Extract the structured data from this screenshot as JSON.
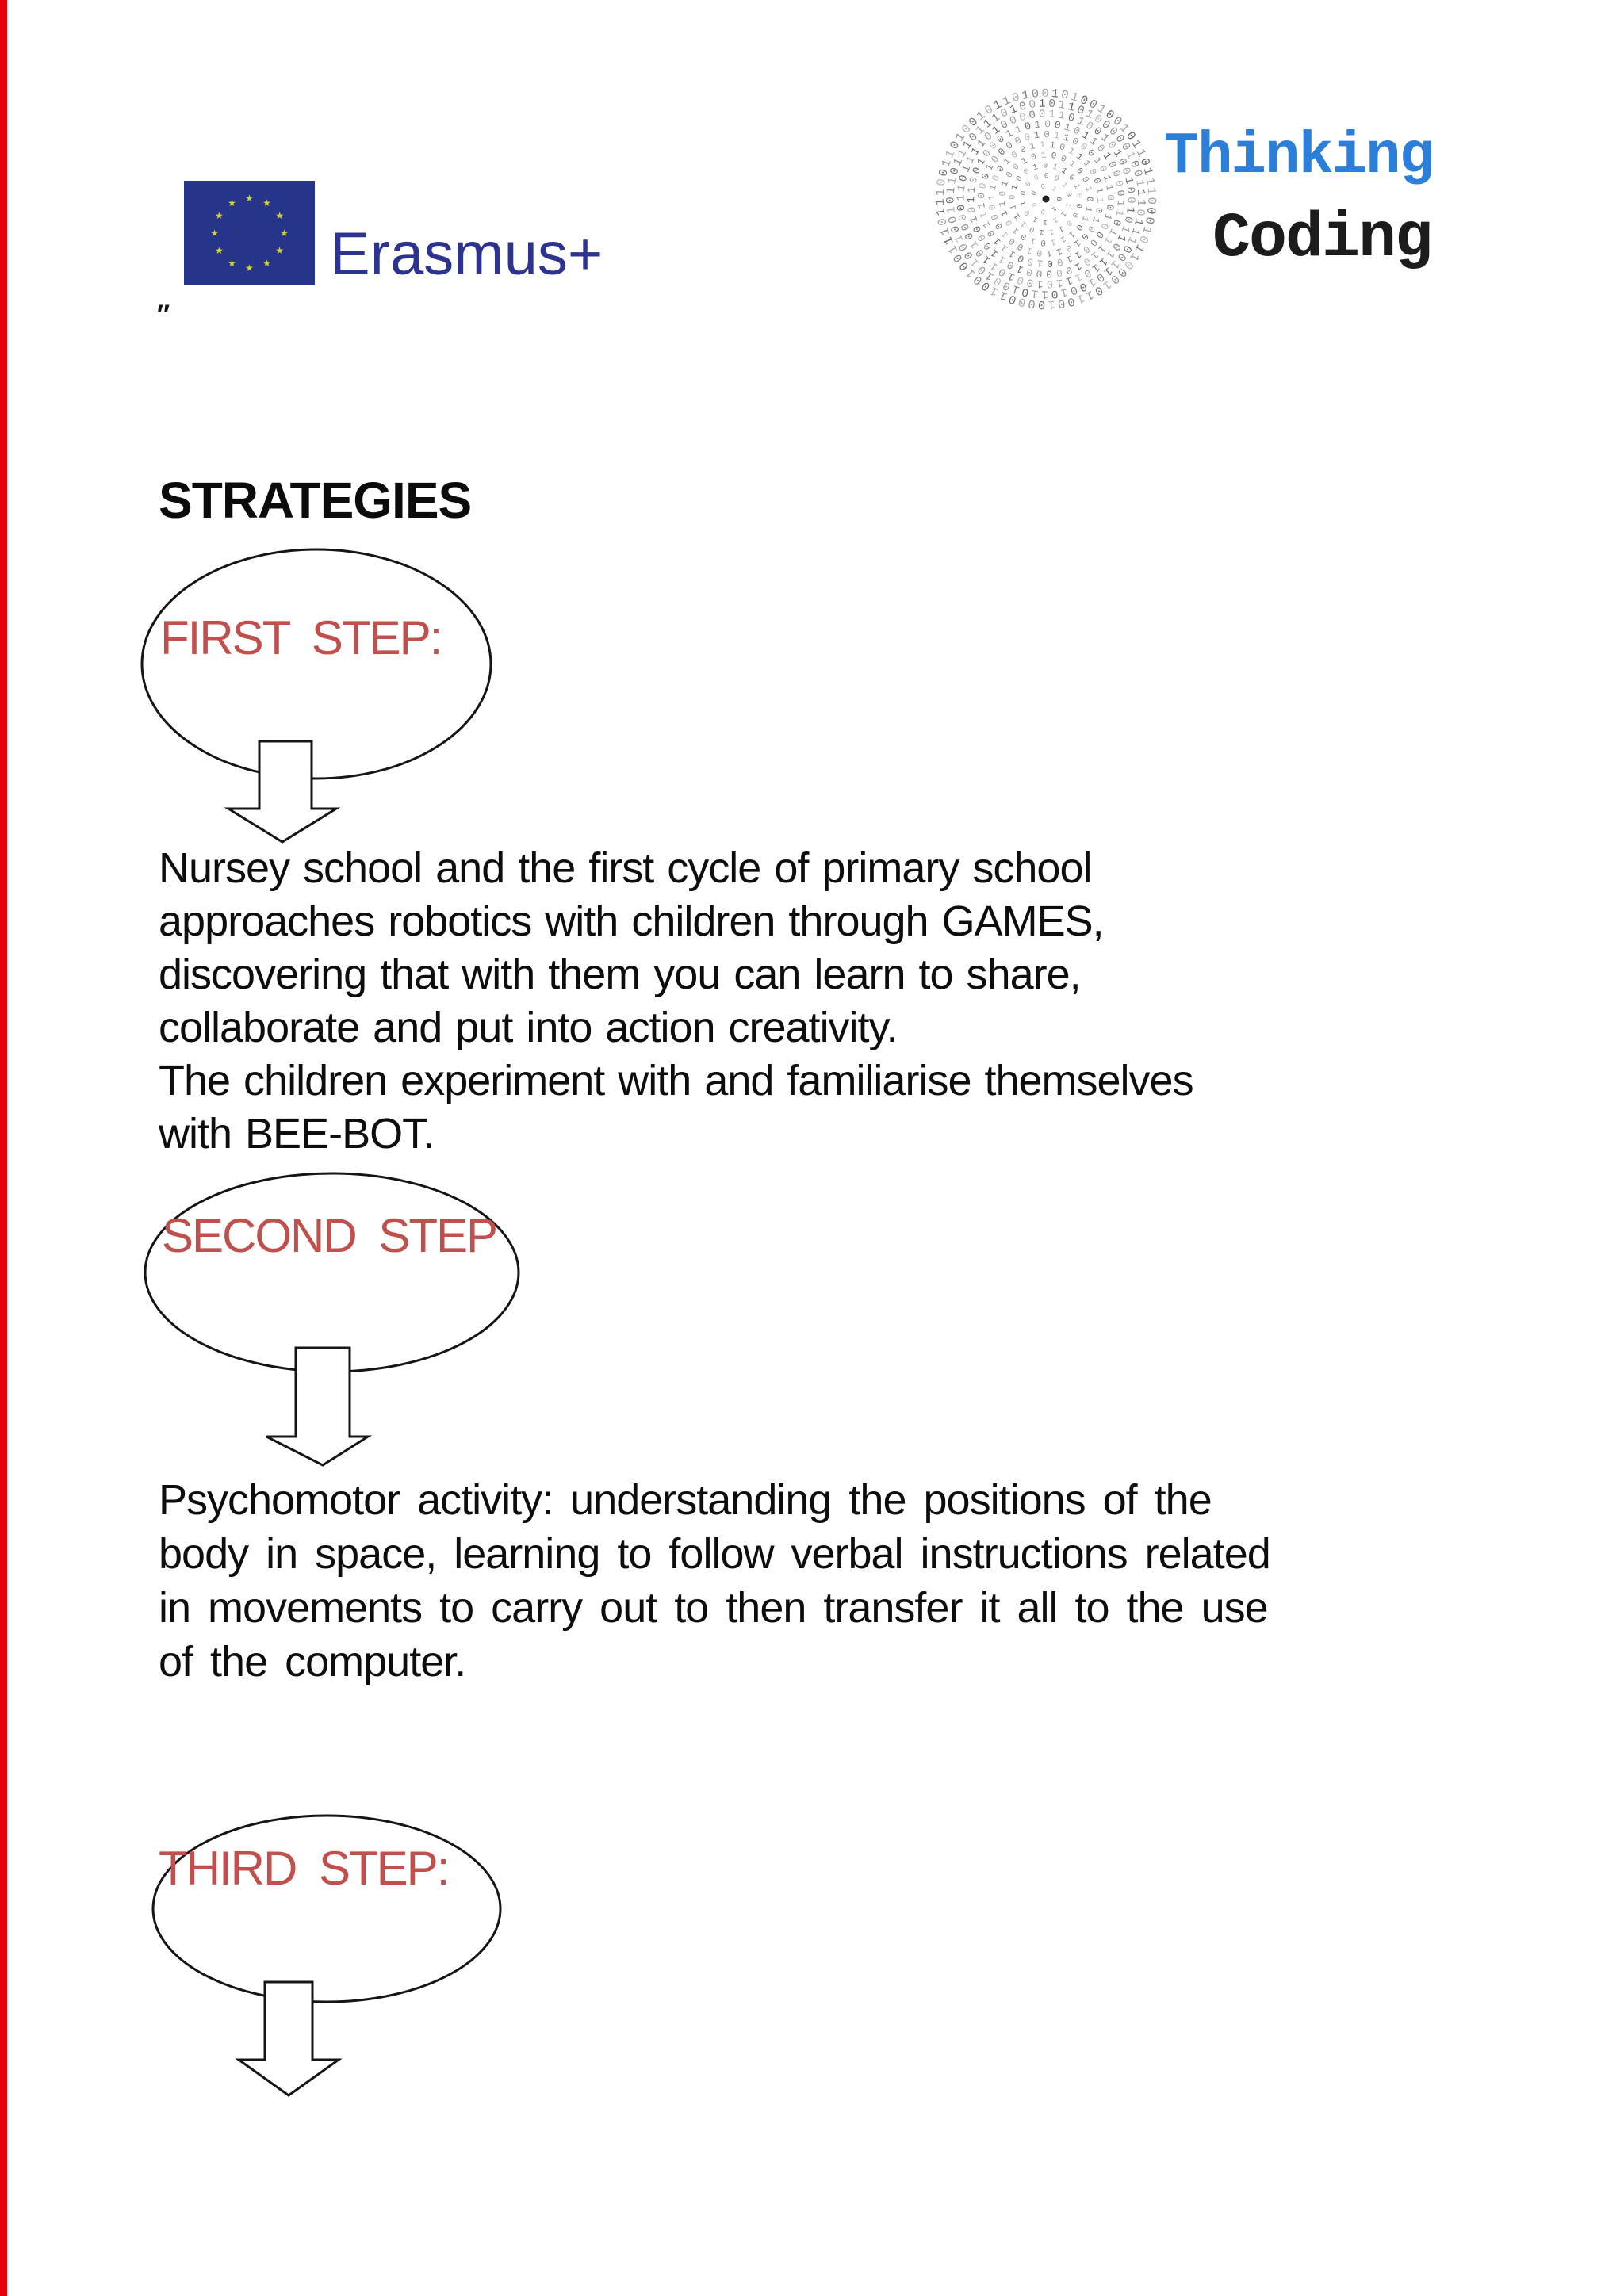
{
  "page": {
    "edge_line_color": "#e8000e",
    "background": "#ffffff"
  },
  "header": {
    "erasmus_logo": {
      "label": "Erasmus+",
      "flag_color": "#27348b",
      "star_color": "#cfd23c",
      "text_color": "#2c3490"
    },
    "quote_mark": "″",
    "thinking_coding_logo": {
      "line1": "Thinking",
      "line2": "Coding",
      "line1_color": "#2b7fd9",
      "line2_color": "#1c1c1c",
      "spiral_binary": "011010010110100101101001011000110110111101100100011010010110111001100111001100010011000000110001",
      "spiral_text_color": "#808080"
    }
  },
  "title": "STRATEGIES",
  "steps": [
    {
      "label": "FIRST STEP:",
      "color": "#C0504D"
    },
    {
      "label": "SECOND STEP",
      "color": "#C0504D"
    },
    {
      "label": "THIRD STEP:",
      "color": "#C0504D"
    }
  ],
  "paragraphs": [
    {
      "lines": [
        "Nursey school and the first cycle of primary school",
        "approaches robotics with children through GAMES,",
        "discovering that with them you can learn to share,",
        "collaborate and put into action creativity.",
        "The children experiment with and familiarise themselves",
        "with BEE-BOT."
      ]
    },
    {
      "lines": [
        "Psychomotor activity: understanding the positions of the",
        "body in space, learning to follow verbal instructions related",
        "in movements to carry out to then transfer it all to the use",
        "of the computer."
      ]
    }
  ]
}
